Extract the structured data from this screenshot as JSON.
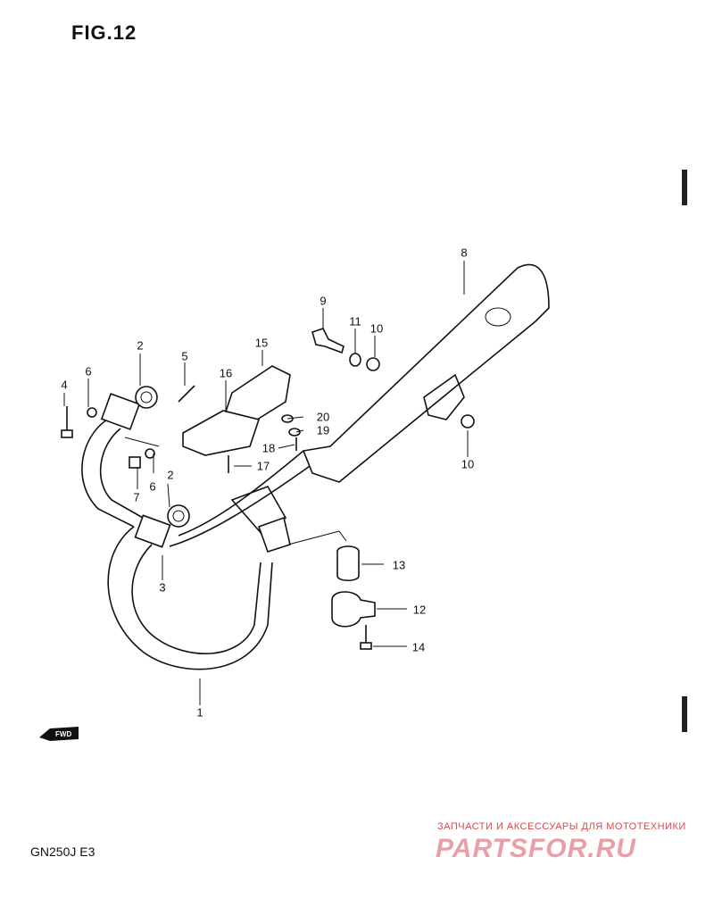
{
  "header": {
    "figure_label": "FIG.12"
  },
  "footer": {
    "model_code": "GN250J  E3"
  },
  "fwd_badge": {
    "label": "FWD"
  },
  "watermark": {
    "tagline": "ЗАПЧАСТИ И АКСЕССУАРЫ ДЛЯ МОТОТЕХНИКИ",
    "logo": "PARTSFOR.RU",
    "color": "#d84a4a"
  },
  "callouts": {
    "c1": "1",
    "c2a": "2",
    "c2b": "2",
    "c3": "3",
    "c4": "4",
    "c5": "5",
    "c6a": "6",
    "c6b": "6",
    "c7": "7",
    "c8": "8",
    "c9": "9",
    "c10a": "10",
    "c10b": "10",
    "c11": "11",
    "c12": "12",
    "c13": "13",
    "c14": "14",
    "c15": "15",
    "c16": "16",
    "c17": "17",
    "c18": "18",
    "c19": "19",
    "c20": "20"
  }
}
